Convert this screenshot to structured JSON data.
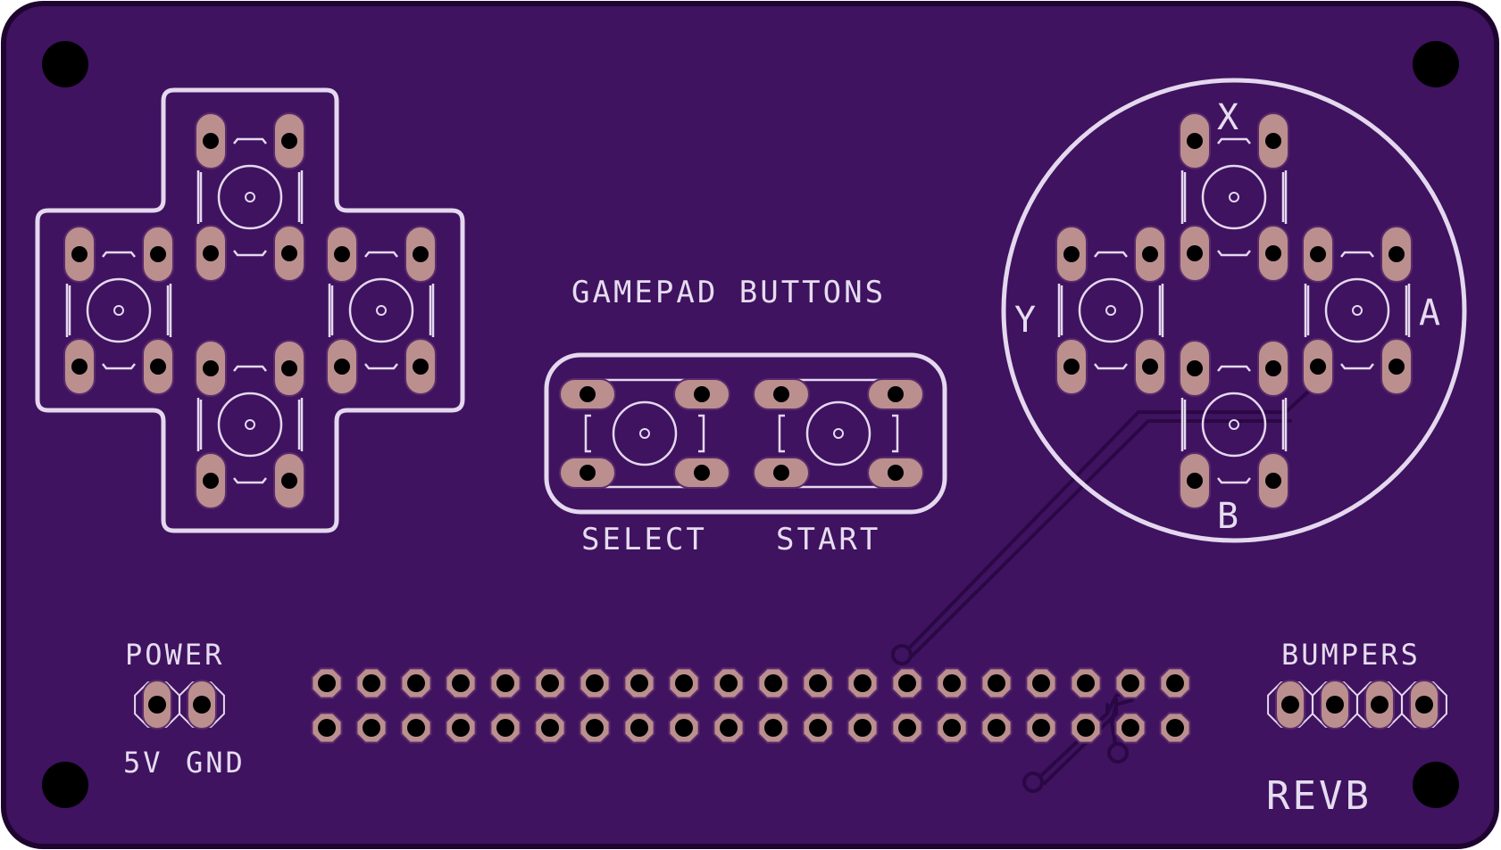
{
  "board": {
    "title": "GAMEPAD BUTTONS",
    "revision": "REVB",
    "colors": {
      "substrate": "#3f1360",
      "substrate_edge": "#1e0530",
      "silkscreen": "#e4d8ee",
      "copper_pad": "#bb8f8e",
      "copper_pad_edge": "#5a2a6b",
      "drill": "#000000",
      "trace": "#2a0845"
    }
  },
  "labels": {
    "gamepad_buttons": "GAMEPAD BUTTONS",
    "select": "SELECT",
    "start": "START",
    "x": "X",
    "y": "Y",
    "a": "A",
    "b": "B",
    "power": "POWER",
    "five_v": "5V",
    "gnd": "GND",
    "bumpers": "BUMPERS",
    "rev": "REVB"
  },
  "header": {
    "rows": 2,
    "columns": 20
  },
  "icons": {
    "mounting_hole": "mounting-hole-icon",
    "tactile_switch": "tactile-switch-icon",
    "through_hole_pad": "through-hole-pad-icon"
  }
}
